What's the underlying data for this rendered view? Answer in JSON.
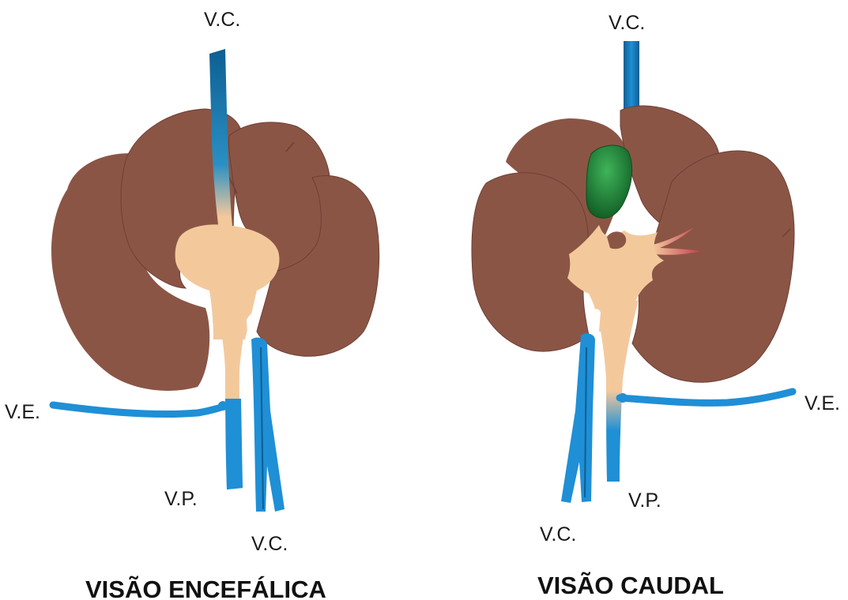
{
  "colors": {
    "liver": "#8b5546",
    "liver_shadow": "#6e3f33",
    "hilum": "#f3c99c",
    "vein": "#1f8fd6",
    "vein_dark": "#0d5f92",
    "gallbladder": "#1f8a35",
    "gallbladder_light": "#3fb45a",
    "artery": "#c0394f"
  },
  "left_view": {
    "title": "VISÃO ENCEFÁLICA",
    "labels": {
      "vc_top": "V.C.",
      "ve": "V.E.",
      "vp": "V.P.",
      "vc_bottom": "V.C."
    }
  },
  "right_view": {
    "title": "VISÃO CAUDAL",
    "labels": {
      "vc_top": "V.C.",
      "ve": "V.E.",
      "vp": "V.P.",
      "vc_bottom": "V.C."
    }
  }
}
